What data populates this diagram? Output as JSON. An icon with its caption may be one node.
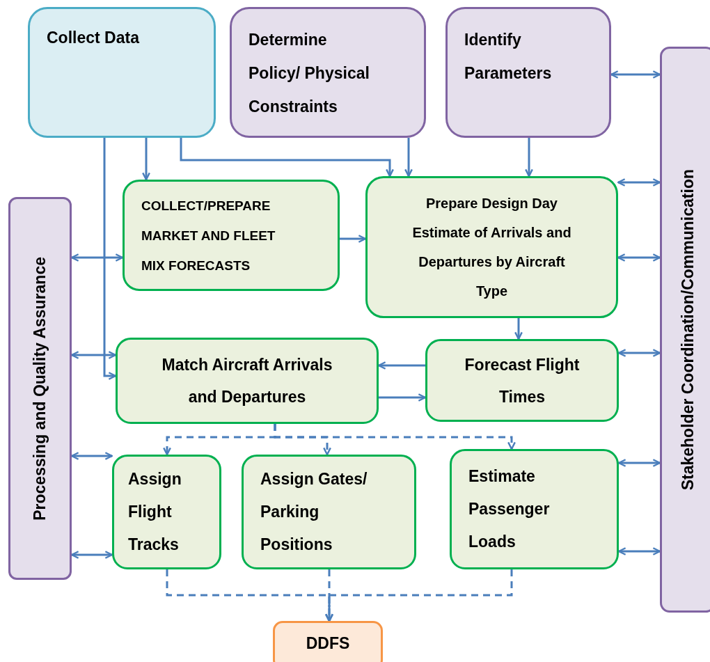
{
  "diagram": {
    "nodes": [
      {
        "text": [
          "Collect Data"
        ]
      },
      {
        "text": [
          "Determine Policy/ Physical Constraints"
        ]
      },
      {
        "text": [
          "Identify Parameters"
        ]
      },
      {
        "text": [
          "Processing and Quality Assurance"
        ]
      },
      {
        "text": [
          "Stakeholder Coordination/Communication"
        ]
      },
      {
        "text": [
          "COLLECT/PREPARE MARKET AND FLEET MIX FORECASTS"
        ]
      },
      {
        "text": [
          "Prepare Design Day Estimate of Arrivals and Departures by Aircraft Type"
        ]
      },
      {
        "text": [
          "Match Aircraft Arrivals and Departures"
        ]
      },
      {
        "text": [
          "Forecast Flight Times"
        ]
      },
      {
        "text": [
          "Assign Flight Tracks"
        ]
      },
      {
        "text": [
          "Assign Gates/ Parking Positions"
        ]
      },
      {
        "text": [
          "Estimate Passenger Loads"
        ]
      },
      {
        "text": [
          "DDFS"
        ]
      }
    ],
    "edges": [
      {
        "from": 0,
        "to": 5,
        "arrow": "to"
      },
      {
        "from": 0,
        "to": 6,
        "arrow": "to"
      },
      {
        "from": 1,
        "to": 6,
        "arrow": "to"
      },
      {
        "from": 2,
        "to": 6,
        "arrow": "to"
      },
      {
        "from": 0,
        "to": 7,
        "arrow": "to"
      },
      {
        "from": 5,
        "to": 6,
        "arrow": "to"
      },
      {
        "from": 6,
        "to": 8,
        "arrow": "to"
      },
      {
        "from": 8,
        "to": 7,
        "arrow": "to"
      },
      {
        "from": 7,
        "to": 8,
        "arrow": "to"
      },
      {
        "from": 7,
        "to": 9,
        "arrow": "to",
        "style": "dashed"
      },
      {
        "from": 7,
        "to": 10,
        "arrow": "to",
        "style": "dashed"
      },
      {
        "from": 7,
        "to": 11,
        "arrow": "to",
        "style": "dashed"
      },
      {
        "from": 9,
        "to": 12,
        "arrow": "to",
        "style": "dashed"
      },
      {
        "from": 10,
        "to": 12,
        "arrow": "to",
        "style": "dashed"
      },
      {
        "from": 11,
        "to": 12,
        "arrow": "to",
        "style": "dashed"
      },
      {
        "from": 3,
        "to": 5,
        "arrow": "both"
      },
      {
        "from": 3,
        "to": 7,
        "arrow": "both"
      },
      {
        "from": 3,
        "to": 9,
        "arrow": "both"
      },
      {
        "from": 3,
        "to": 9,
        "arrow": "both"
      },
      {
        "from": 4,
        "to": 2,
        "arrow": "both"
      },
      {
        "from": 4,
        "to": 6,
        "arrow": "both"
      },
      {
        "from": 4,
        "to": 6,
        "arrow": "both"
      },
      {
        "from": 4,
        "to": 8,
        "arrow": "both"
      },
      {
        "from": 4,
        "to": 11,
        "arrow": "both"
      },
      {
        "from": 4,
        "to": 11,
        "arrow": "both"
      }
    ]
  }
}
